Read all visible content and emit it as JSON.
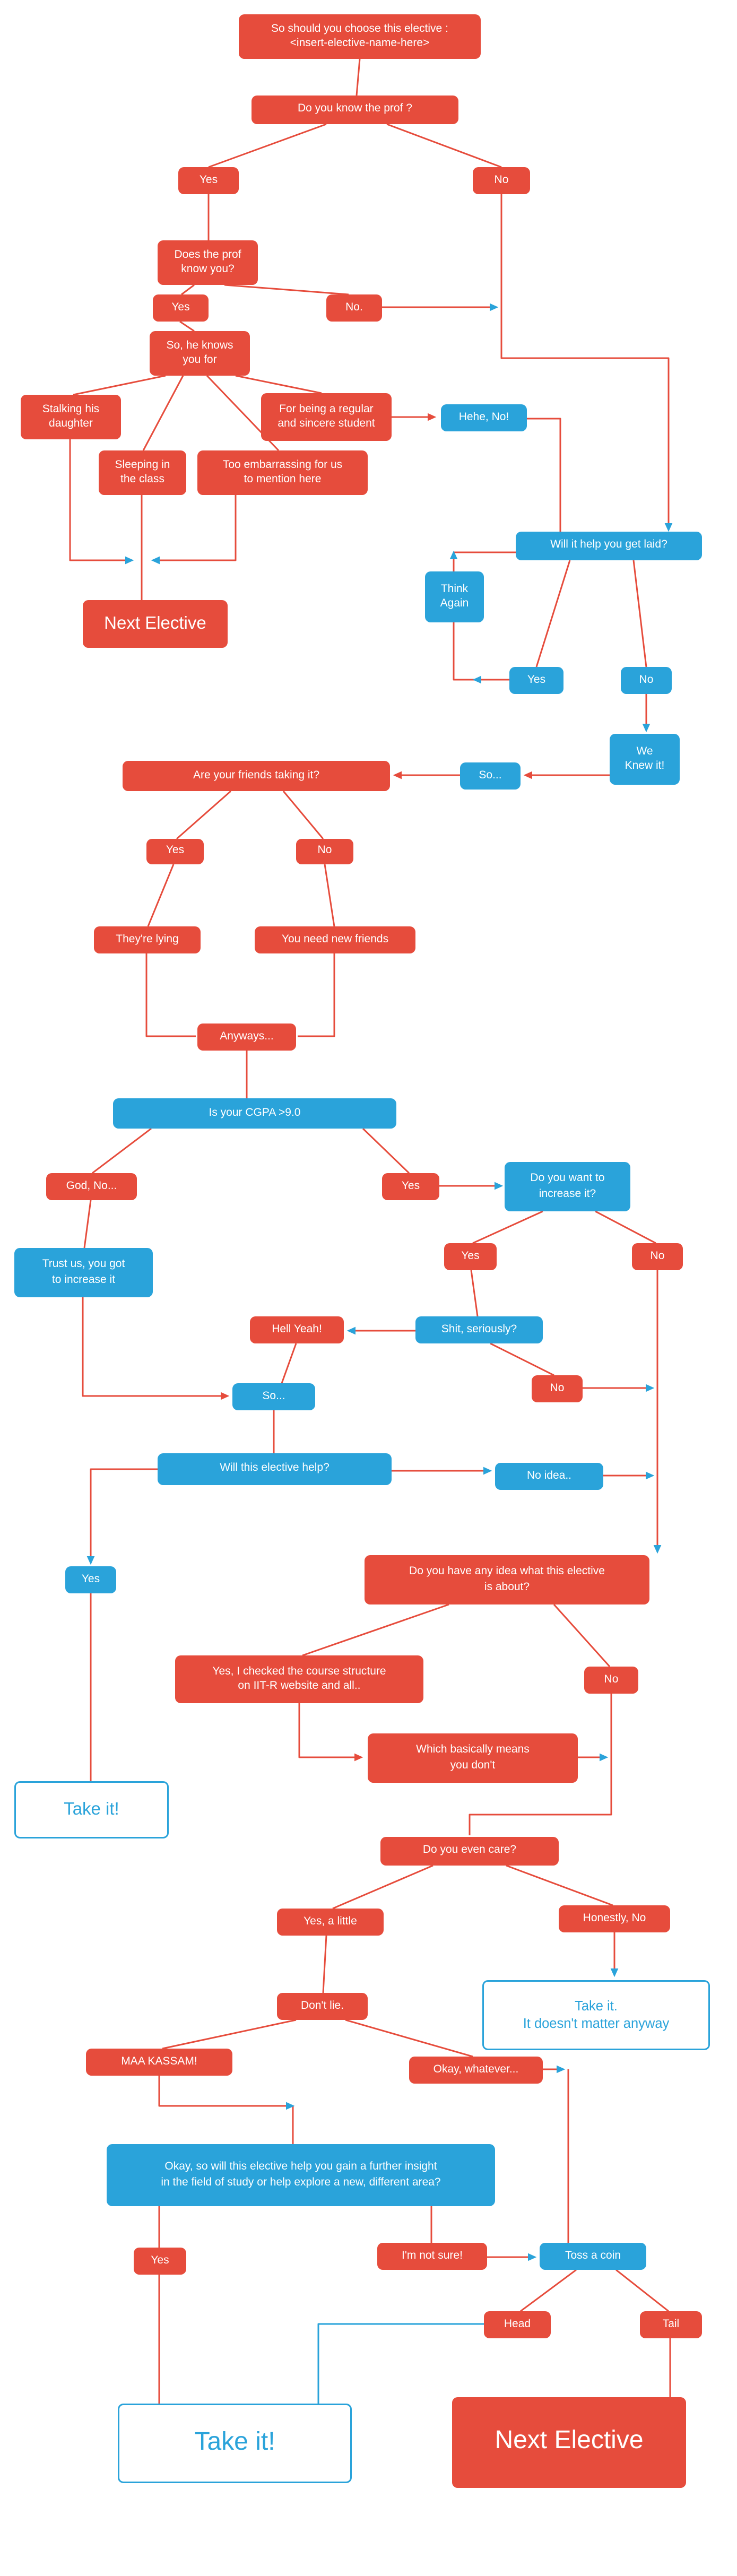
{
  "figure_type": "flowchart",
  "colors": {
    "red_node": "#e64c3c",
    "blue_node": "#2aa3da",
    "line": "#e64c3c",
    "arrow_blue": "#2aa3da",
    "background": "#ffffff"
  },
  "nodes": {
    "title": "So should you choose this elective :\n<insert-elective-name-here>",
    "q_know_prof": "Do you know the prof ?",
    "yes_prof": "Yes",
    "no_prof": "No",
    "q_prof_know": "Does the prof\nknow you?",
    "yes_know": "Yes",
    "no_know": "No.",
    "knows_for": "So, he knows\nyou for",
    "stalking": "Stalking his\ndaughter",
    "sleeping": "Sleeping in\nthe class",
    "embarrassing": "Too embarrassing for us\nto mention here",
    "regular": "For being a regular\nand sincere student",
    "hehe_no": "Hehe, No!",
    "next_elective_1": "Next Elective",
    "will_laid": "Will it help you get laid?",
    "think_again": "Think\nAgain",
    "yes_laid": "Yes",
    "no_laid": "No",
    "we_knew": "We\nKnew it!",
    "so_1": "So...",
    "friends_taking": "Are your friends taking it?",
    "yes_friends": "Yes",
    "no_friends": "No",
    "lying": "They're lying",
    "new_friends": "You need new friends",
    "anyways": "Anyways...",
    "cgpa": "Is your CGPA >9.0",
    "god_no": "God, No...",
    "yes_cgpa": "Yes",
    "want_increase": "Do you want to\nincrease it?",
    "trust_us": "Trust us, you got\nto increase it",
    "yes_increase": "Yes",
    "no_increase": "No",
    "hell_yeah": "Hell Yeah!",
    "shit_seriously": "Shit, seriously?",
    "no_seriously": "No",
    "so_2": "So...",
    "will_help": "Will this elective help?",
    "no_idea": "No idea..",
    "yes_help": "Yes",
    "any_idea": "Do you have any idea what this elective\nis about?",
    "checked": "Yes, I checked the course structure\non IIT-R website and all..",
    "no_idea_about": "No",
    "which_means": "Which basically means\nyou don't",
    "take_it_1": "Take it!",
    "even_care": "Do you even care?",
    "yes_little": "Yes, a little",
    "honestly_no": "Honestly, No",
    "take_matter": "Take it.\nIt doesn't matter anyway",
    "dont_lie": "Don't lie.",
    "maa_kassam": "MAA KASSAM!",
    "okay_whatever": "Okay, whatever...",
    "big_q": "Okay, so will this elective help you gain a further insight\nin the field of study or help explore a new,  different area?",
    "yes_insight": "Yes",
    "not_sure": "I'm not sure!",
    "toss": "Toss a coin",
    "head": "Head",
    "tail": "Tail",
    "take_it_big": "Take it!",
    "next_elective_2": "Next Elective"
  },
  "edges": [
    [
      "title",
      "q_know_prof"
    ],
    [
      "q_know_prof",
      "yes_prof"
    ],
    [
      "q_know_prof",
      "no_prof"
    ],
    [
      "yes_prof",
      "q_prof_know"
    ],
    [
      "no_prof",
      "will_laid"
    ],
    [
      "q_prof_know",
      "yes_know"
    ],
    [
      "q_prof_know",
      "no_know"
    ],
    [
      "no_know",
      "will_laid"
    ],
    [
      "yes_know",
      "knows_for"
    ],
    [
      "knows_for",
      "stalking"
    ],
    [
      "knows_for",
      "sleeping"
    ],
    [
      "knows_for",
      "embarrassing"
    ],
    [
      "knows_for",
      "regular"
    ],
    [
      "regular",
      "hehe_no"
    ],
    [
      "hehe_no",
      "will_laid"
    ],
    [
      "stalking",
      "next_elective_1"
    ],
    [
      "sleeping",
      "next_elective_1"
    ],
    [
      "embarrassing",
      "next_elective_1"
    ],
    [
      "will_laid",
      "yes_laid"
    ],
    [
      "will_laid",
      "no_laid"
    ],
    [
      "yes_laid",
      "think_again"
    ],
    [
      "think_again",
      "will_laid"
    ],
    [
      "no_laid",
      "we_knew"
    ],
    [
      "we_knew",
      "so_1"
    ],
    [
      "so_1",
      "friends_taking"
    ],
    [
      "friends_taking",
      "yes_friends"
    ],
    [
      "friends_taking",
      "no_friends"
    ],
    [
      "yes_friends",
      "lying"
    ],
    [
      "no_friends",
      "new_friends"
    ],
    [
      "lying",
      "anyways"
    ],
    [
      "new_friends",
      "anyways"
    ],
    [
      "anyways",
      "cgpa"
    ],
    [
      "cgpa",
      "god_no"
    ],
    [
      "cgpa",
      "yes_cgpa"
    ],
    [
      "god_no",
      "trust_us"
    ],
    [
      "yes_cgpa",
      "want_increase"
    ],
    [
      "want_increase",
      "yes_increase"
    ],
    [
      "want_increase",
      "no_increase"
    ],
    [
      "yes_increase",
      "shit_seriously"
    ],
    [
      "shit_seriously",
      "hell_yeah"
    ],
    [
      "shit_seriously",
      "no_seriously"
    ],
    [
      "no_seriously",
      "any_idea"
    ],
    [
      "no_increase",
      "any_idea"
    ],
    [
      "hell_yeah",
      "so_2"
    ],
    [
      "trust_us",
      "so_2"
    ],
    [
      "so_2",
      "will_help"
    ],
    [
      "will_help",
      "yes_help"
    ],
    [
      "will_help",
      "no_idea"
    ],
    [
      "no_idea",
      "any_idea"
    ],
    [
      "yes_help",
      "take_it_1"
    ],
    [
      "any_idea",
      "checked"
    ],
    [
      "any_idea",
      "no_idea_about"
    ],
    [
      "checked",
      "which_means"
    ],
    [
      "which_means",
      "even_care"
    ],
    [
      "no_idea_about",
      "even_care"
    ],
    [
      "even_care",
      "yes_little"
    ],
    [
      "even_care",
      "honestly_no"
    ],
    [
      "honestly_no",
      "take_matter"
    ],
    [
      "yes_little",
      "dont_lie"
    ],
    [
      "dont_lie",
      "maa_kassam"
    ],
    [
      "dont_lie",
      "okay_whatever"
    ],
    [
      "okay_whatever",
      "toss"
    ],
    [
      "maa_kassam",
      "big_q"
    ],
    [
      "big_q",
      "yes_insight"
    ],
    [
      "big_q",
      "not_sure"
    ],
    [
      "not_sure",
      "toss"
    ],
    [
      "toss",
      "head"
    ],
    [
      "toss",
      "tail"
    ],
    [
      "yes_insight",
      "take_it_big"
    ],
    [
      "head",
      "take_it_big"
    ],
    [
      "tail",
      "next_elective_2"
    ]
  ]
}
